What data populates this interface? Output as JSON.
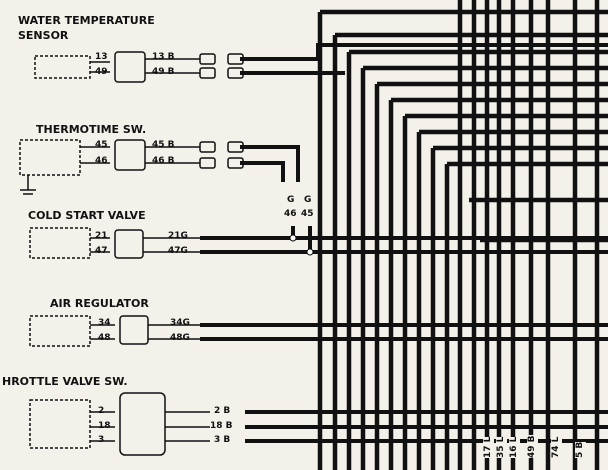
{
  "components": {
    "water_temperature_sensor": {
      "title_line1": "WATER TEMPERATURE",
      "title_line2": "SENSOR",
      "pins": [
        "13",
        "49"
      ],
      "wires": [
        "13 B",
        "49 B"
      ]
    },
    "thermotime_switch": {
      "title": "THERMOTIME SW.",
      "pins": [
        "45",
        "46"
      ],
      "wires": [
        "45 B",
        "46 B"
      ]
    },
    "cold_start_valve": {
      "title": "COLD START VALVE",
      "pins": [
        "21",
        "47"
      ],
      "wires": [
        "21G",
        "47G"
      ]
    },
    "air_regulator": {
      "title": "AIR REGULATOR",
      "pins": [
        "34",
        "48"
      ],
      "wires": [
        "34G",
        "48G"
      ]
    },
    "throttle_valve_switch": {
      "title": "HROTTLE VALVE SW.",
      "pins": [
        "2",
        "18",
        "3"
      ],
      "wires": [
        "2 B",
        "18 B",
        "3 B"
      ]
    }
  },
  "junction_labels": {
    "color_left": "G",
    "color_right": "G",
    "num_left": "46",
    "num_right": "45"
  },
  "harness_labels": [
    "17 L",
    "35 L",
    "16 L",
    "49 B",
    "74 L",
    "5 B"
  ]
}
